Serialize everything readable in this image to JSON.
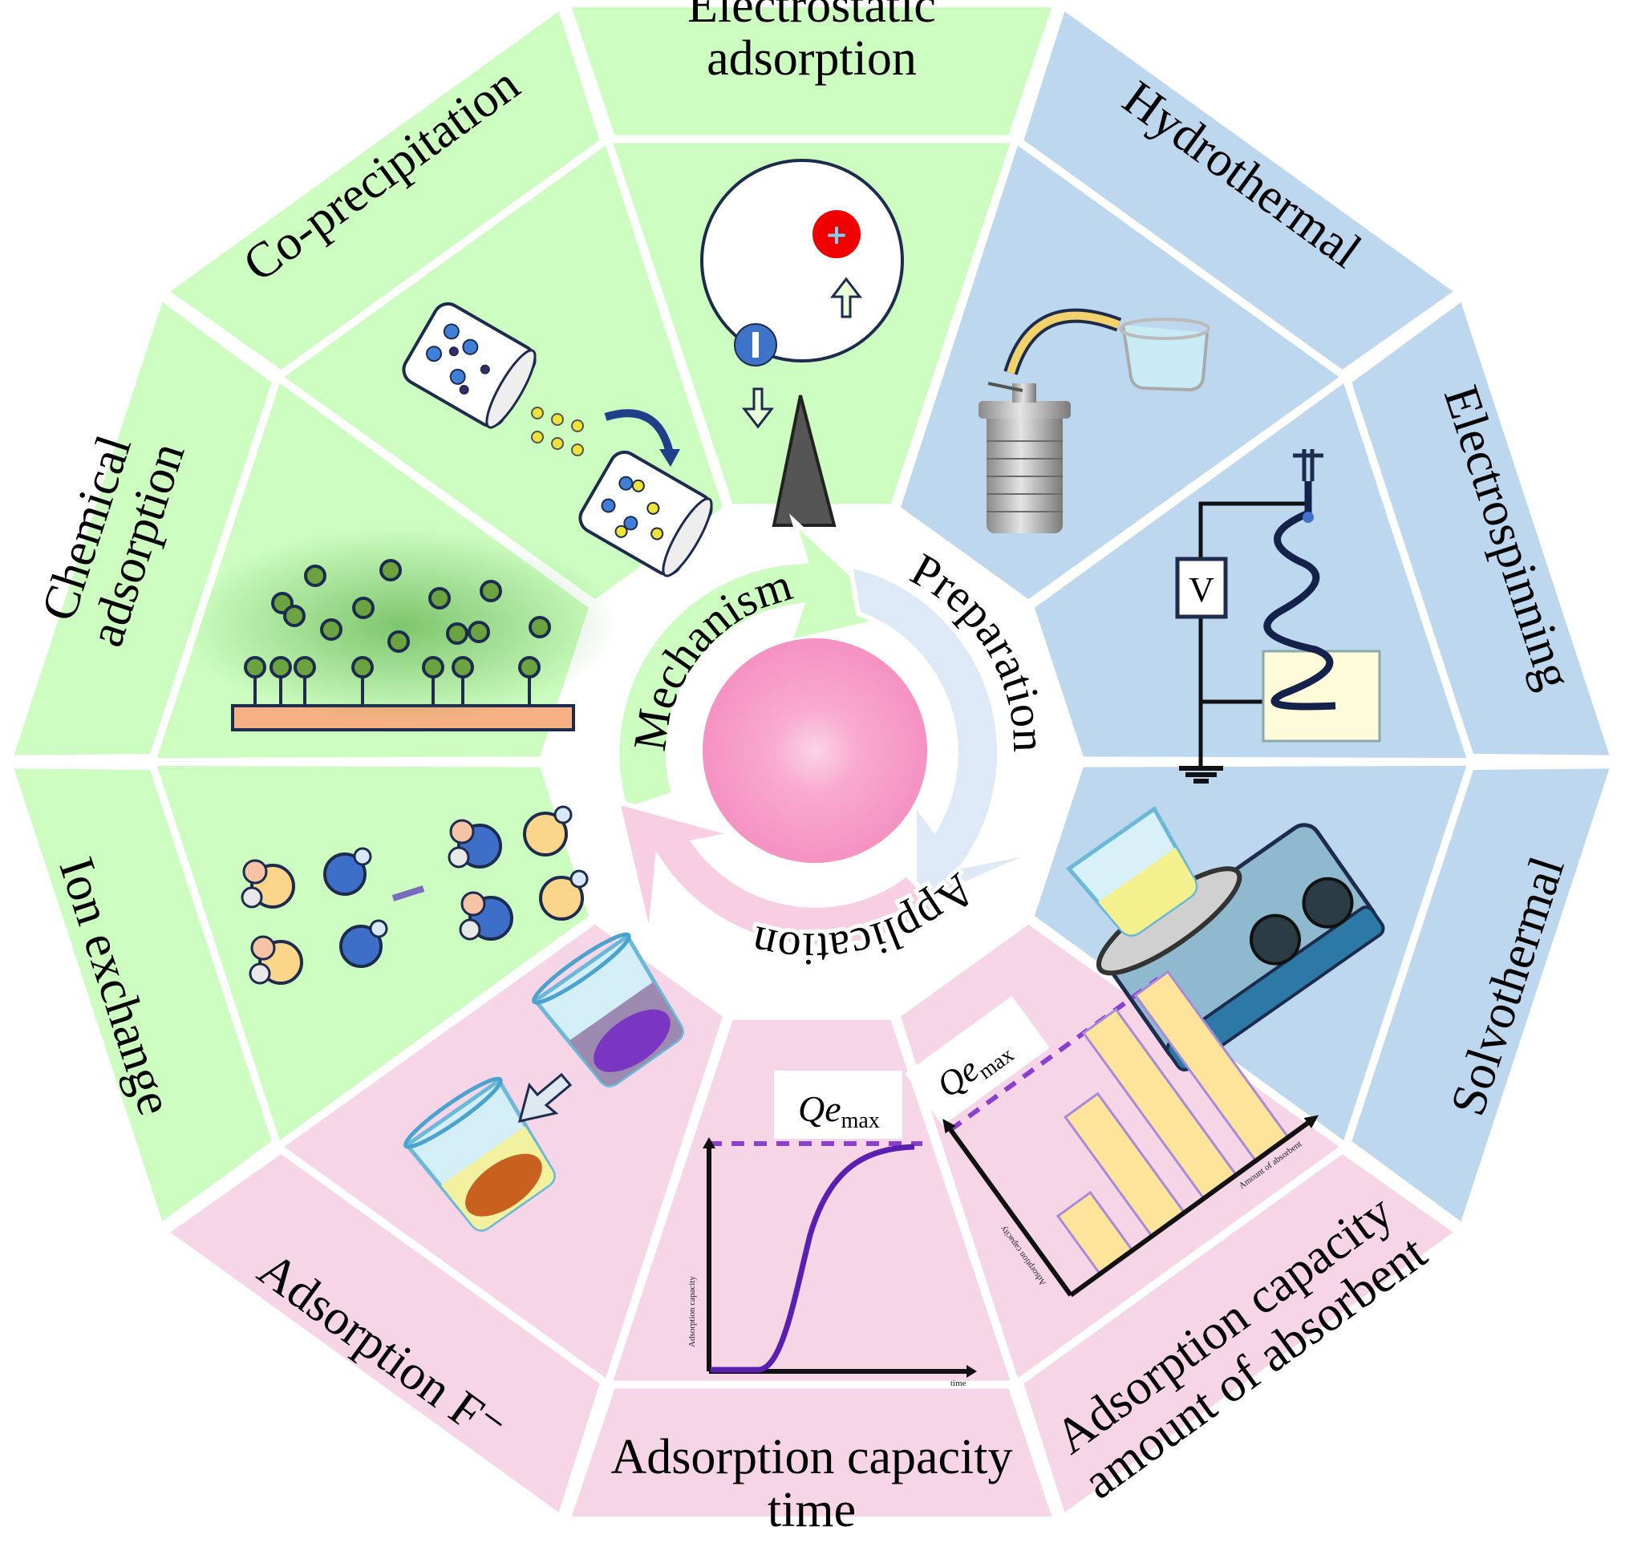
{
  "figure": {
    "type": "circular-infographic",
    "center_labels": {
      "mechanism": "Mechanism",
      "preparation": "Preparation",
      "application": "Application"
    },
    "colors": {
      "mechanism": "#CCFCC0",
      "preparation": "#BDD7EE",
      "application": "#F6D6E6",
      "sphere": "#F79CC8",
      "background": "#FFFFFF"
    },
    "sectors": [
      {
        "id": "electrostatic-adsorption",
        "group": "mechanism",
        "lines": [
          "Electrostatic",
          "adsorption"
        ],
        "illustration": "charge-attraction-icon"
      },
      {
        "id": "hydrothermal",
        "group": "preparation",
        "lines": [
          "Hydrothermal"
        ],
        "illustration": "autoclave-icon"
      },
      {
        "id": "electrospinning",
        "group": "preparation",
        "lines": [
          "Electrospinning"
        ],
        "illustration": "electrospinning-setup-icon"
      },
      {
        "id": "solvothermal",
        "group": "preparation",
        "lines": [
          "Solvothermal"
        ],
        "illustration": "hotplate-stirrer-icon"
      },
      {
        "id": "capacity-vs-amount",
        "group": "application",
        "lines": [
          "Adsorption capacity",
          "amount of absorbent"
        ],
        "illustration": "bar-chart-icon"
      },
      {
        "id": "capacity-vs-time",
        "group": "application",
        "lines": [
          "Adsorption capacity",
          "time"
        ],
        "illustration": "sigmoid-curve-icon"
      },
      {
        "id": "adsorption-fluoride",
        "group": "application",
        "lines": [
          "Adsorption F⁻"
        ],
        "illustration": "beakers-icon"
      },
      {
        "id": "ion-exchange",
        "group": "mechanism",
        "lines": [
          "Ion exchange"
        ],
        "illustration": "ion-exchange-icon"
      },
      {
        "id": "chemical-adsorption",
        "group": "mechanism",
        "lines": [
          "Chemical",
          "adsorption"
        ],
        "illustration": "surface-binding-icon"
      },
      {
        "id": "co-precipitation",
        "group": "mechanism",
        "lines": [
          "Co-precipitation"
        ],
        "illustration": "precipitation-vessels-icon"
      }
    ],
    "mini_charts": {
      "time_curve": {
        "annotation": "Qe",
        "annotation_sub": "max",
        "ylabel": "Adsorption capacity",
        "xlabel": "time"
      },
      "amount_bars": {
        "annotation": "Qe",
        "annotation_sub": "max",
        "ylabel": "Adsorption capacity",
        "xlabel": "Amount of absorbent",
        "relative_heights": [
          0.35,
          0.72,
          1.0,
          1.0
        ]
      }
    },
    "electrospinning_label": "V"
  }
}
